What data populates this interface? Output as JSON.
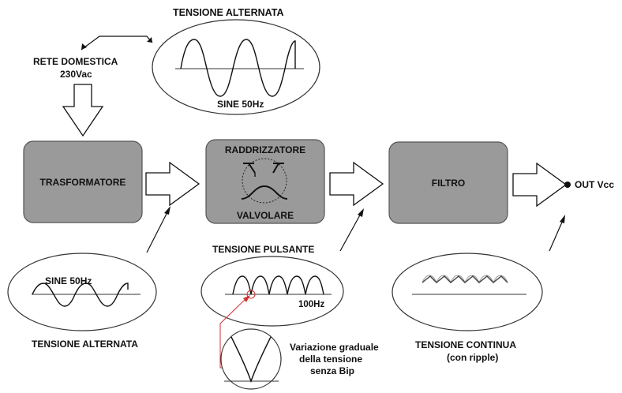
{
  "labels": {
    "top_wave_title": "TENSIONE ALTERNATA",
    "top_wave_freq": "SINE 50Hz",
    "mains_line1": "RETE DOMESTICA",
    "mains_line2": "230Vac",
    "block_transformer": "TRASFORMATORE",
    "block_rectifier_top": "RADDRIZZATORE",
    "block_rectifier_bottom": "VALVOLARE",
    "block_filter": "FILTRO",
    "output": "OUT Vcc",
    "left_wave_freq": "SINE 50Hz",
    "left_wave_title": "TENSIONE ALTERNATA",
    "mid_wave_title": "TENSIONE PULSANTE",
    "mid_wave_freq": "100Hz",
    "zoom_note_line1": "Variazione graduale",
    "zoom_note_line2": "della tensione",
    "zoom_note_line3": "senza Bip",
    "right_wave_title": "TENSIONE CONTINUA",
    "right_wave_sub": "(con ripple)"
  },
  "colors": {
    "block_fill": "#9a9a9a",
    "highlight": "#d03030"
  }
}
